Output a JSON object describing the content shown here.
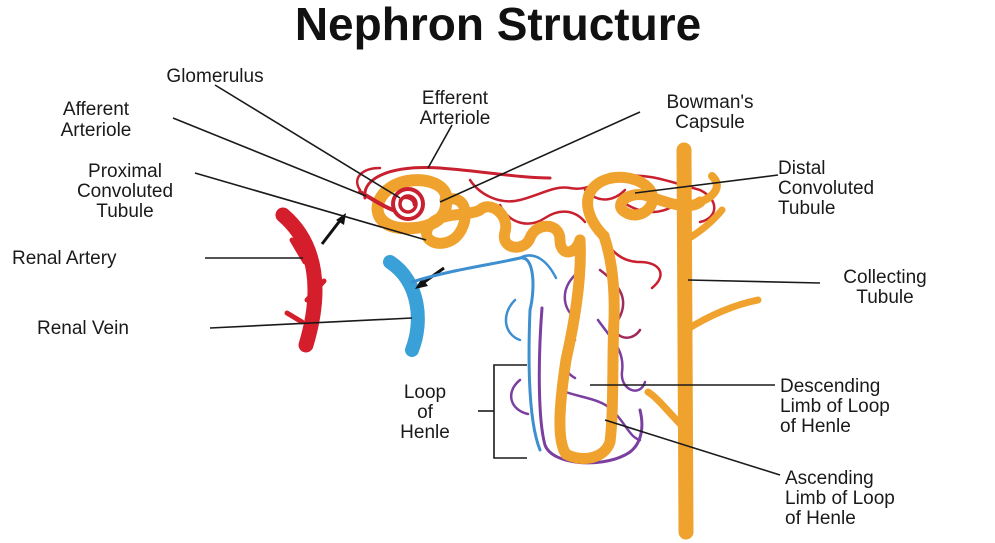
{
  "title": "Nephron Structure",
  "labels": {
    "glomerulus": "Glomerulus",
    "afferent_arteriole": [
      "Afferent",
      "Arteriole"
    ],
    "efferent_arteriole": [
      "Efferent",
      "Arteriole"
    ],
    "bowmans_capsule": [
      "Bowman's",
      "Capsule"
    ],
    "proximal_convoluted_tubule": [
      "Proximal",
      "Convoluted",
      "Tubule"
    ],
    "distal_convoluted_tubule": [
      "Distal",
      "Convoluted",
      "Tubule"
    ],
    "renal_artery": "Renal Artery",
    "renal_vein": "Renal Vein",
    "collecting_tubule": [
      "Collecting",
      "Tubule"
    ],
    "loop_of_henle": [
      "Loop",
      "of",
      "Henle"
    ],
    "descending_limb": [
      "Descending",
      "Limb of Loop",
      "of Henle"
    ],
    "ascending_limb": [
      "Ascending",
      "Limb of Loop",
      "of Henle"
    ]
  },
  "colors": {
    "tubule": "#f0a22e",
    "artery": "#d41e2b",
    "vein": "#3aa0d8",
    "capillary_red": "#c8202f",
    "capillary_purple": "#7b3fa0",
    "capillary_blue": "#3d8fd0"
  }
}
